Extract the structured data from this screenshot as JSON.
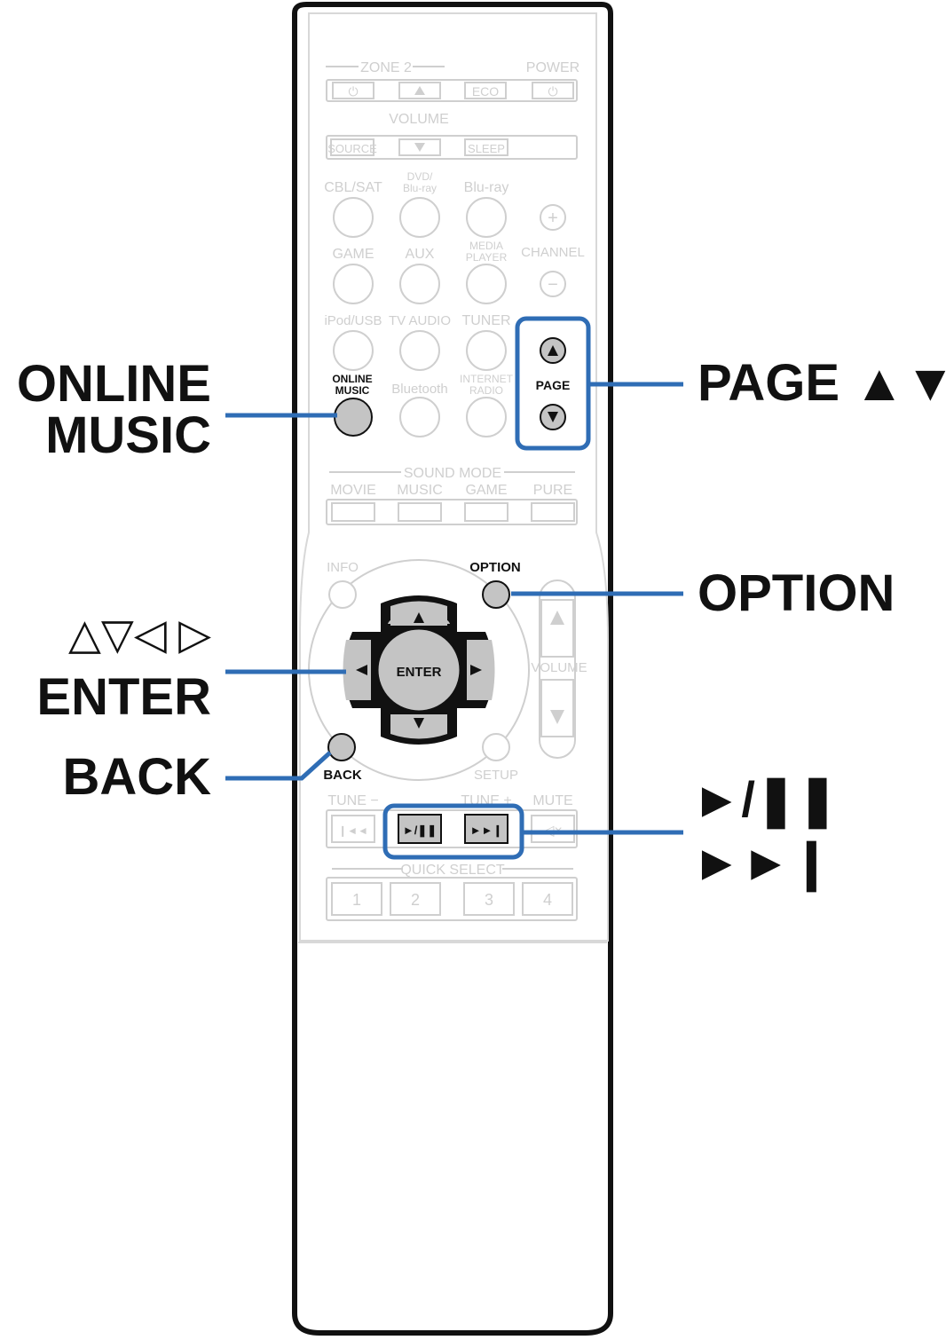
{
  "colors": {
    "callout_line": "#2f6db5",
    "faint": "#cfcfcf",
    "highlight_fill": "#c4c4c4",
    "dpad": "#111111",
    "ink": "#111111"
  },
  "remote": {
    "zone2_label": "ZONE 2",
    "power_label": "POWER",
    "eco_label": "ECO",
    "volume_label": "VOLUME",
    "source_label": "SOURCE",
    "sleep_label": "SLEEP",
    "cbl_sat_label": "CBL/SAT",
    "dvd_label_1": "DVD/",
    "dvd_label_2": "Blu-ray",
    "bluray_label": "Blu-ray",
    "game_label": "GAME",
    "aux_label": "AUX",
    "media_label_1": "MEDIA",
    "media_label_2": "PLAYER",
    "channel_label": "CHANNEL",
    "ipod_label": "iPod/USB",
    "tvaudio_label": "TV AUDIO",
    "tuner_label": "TUNER",
    "online_label_1": "ONLINE",
    "online_label_2": "MUSIC",
    "bluetooth_label": "Bluetooth",
    "internet_label_1": "INTERNET",
    "internet_label_2": "RADIO",
    "page_label": "PAGE",
    "sound_mode_label": "SOUND MODE",
    "movie_label": "MOVIE",
    "music_label": "MUSIC",
    "game2_label": "GAME",
    "pure_label": "PURE",
    "info_label": "INFO",
    "option_label": "OPTION",
    "volume2_label": "VOLUME",
    "enter_label": "ENTER",
    "back_label": "BACK",
    "setup_label": "SETUP",
    "tune_minus_label": "TUNE −",
    "tune_plus_label": "TUNE +",
    "mute_label": "MUTE",
    "quick_select_label": "QUICK SELECT",
    "qs1": "1",
    "qs2": "2",
    "qs3": "3",
    "qs4": "4"
  },
  "callouts": {
    "online_music": "ONLINE\nMUSIC",
    "page": "PAGE ▲▼",
    "option": "OPTION",
    "cursor": "△▽◁ ▷",
    "enter": "ENTER",
    "back": "BACK",
    "play_pause": "►/❚❚",
    "skip": "►►❙"
  }
}
